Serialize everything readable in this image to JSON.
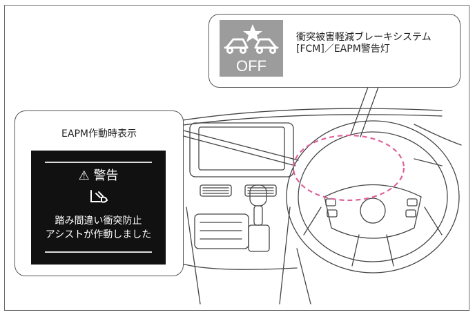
{
  "fcm_label_line1": "衝突被害軽減ブレーキシステム",
  "fcm_label_line2": "[FCM]／EAPM警告灯",
  "fcm_icon_text": "OFF",
  "eapm_title": "EAPM作動時表示",
  "warning_title": "警告",
  "message_line1": "踏み間違い衝突防止",
  "message_line2": "アシストが作動しました",
  "colors": {
    "highlight": "#e0609a",
    "icon_bg": "#9c9c9c",
    "screen_bg": "#111111"
  }
}
